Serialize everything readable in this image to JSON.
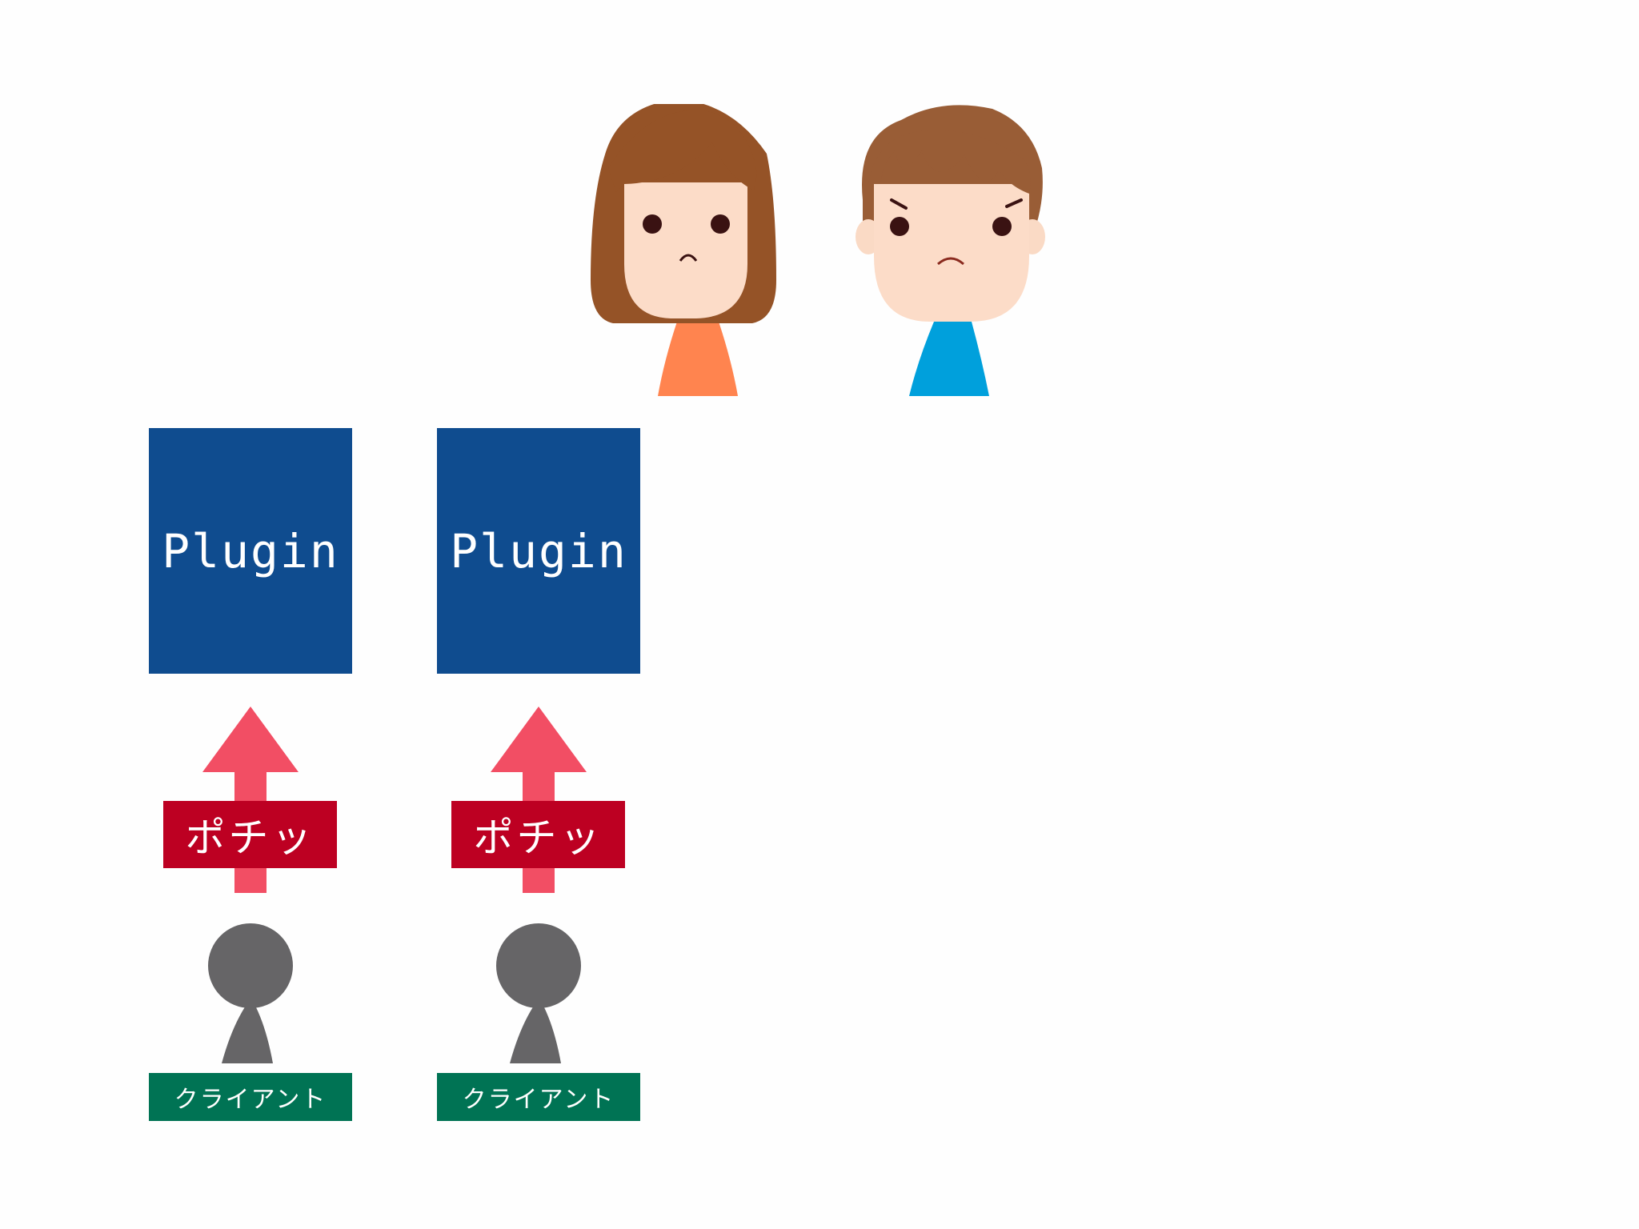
{
  "colors": {
    "plugin_box": "#0f4c8f",
    "arrow": "#f24e64",
    "click_label": "#bd0022",
    "user_icon": "#666567",
    "client_label": "#007354",
    "girl_hair": "#955327",
    "girl_shirt": "#ff844f",
    "boy_hair": "#995d36",
    "boy_shirt": "#00a0dc",
    "skin": "#fcdcc8"
  },
  "characters": [
    {
      "name": "girl-character",
      "expression": "worried"
    },
    {
      "name": "boy-character",
      "expression": "frowning"
    }
  ],
  "columns": [
    {
      "plugin_label": "Plugin",
      "action_label": "ポチッ",
      "client_label": "クライアント",
      "icon": "user-icon"
    },
    {
      "plugin_label": "Plugin",
      "action_label": "ポチッ",
      "client_label": "クライアント",
      "icon": "user-icon"
    }
  ]
}
